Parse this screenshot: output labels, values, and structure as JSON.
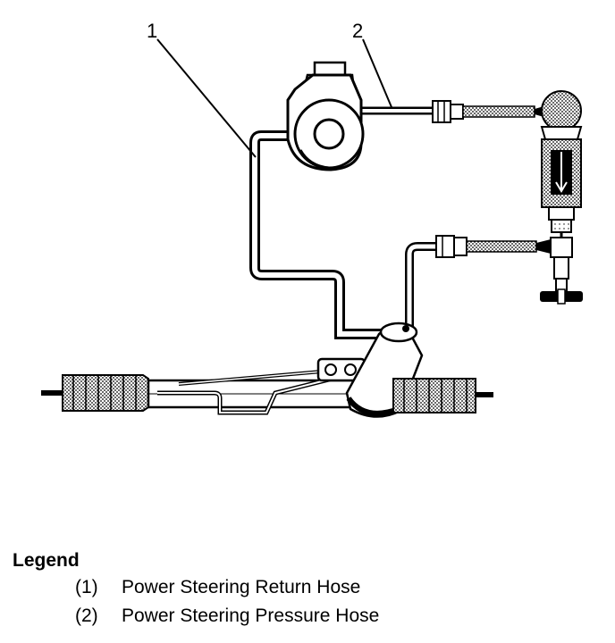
{
  "callouts": [
    {
      "number": "1"
    },
    {
      "number": "2"
    }
  ],
  "legend": {
    "title": "Legend",
    "items": [
      {
        "number": "(1)",
        "label": "Power Steering Return Hose"
      },
      {
        "number": "(2)",
        "label": "Power Steering Pressure Hose"
      }
    ]
  }
}
